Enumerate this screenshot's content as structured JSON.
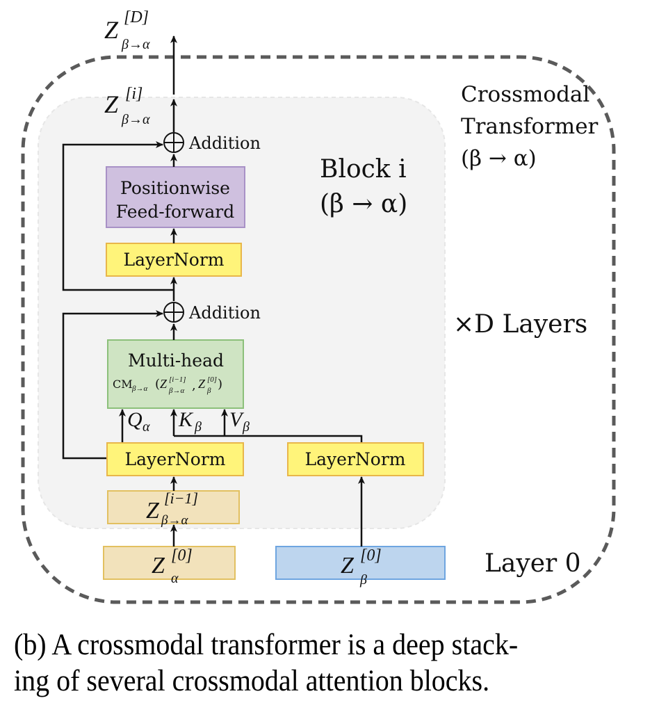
{
  "diagram": {
    "outer_container": {
      "label_lines": [
        "Crossmodal",
        "Transformer",
        "(β → α)"
      ],
      "border_color": "#5a5a5a",
      "style": "dashed-rounded"
    },
    "block": {
      "label_lines": [
        "Block i",
        "(β → α)"
      ],
      "repeat_label": "×D Layers",
      "background": "#f3f3f3"
    },
    "layer0_label": "Layer 0",
    "outputs": {
      "final": {
        "base": "Z",
        "sup": "[D]",
        "sub": "β→α"
      },
      "block": {
        "base": "Z",
        "sup": "[i]",
        "sub": "β→α"
      }
    },
    "nodes": {
      "addition_top": {
        "label": "Addition",
        "icon": "circled-plus-icon"
      },
      "feedforward": {
        "line1": "Positionwise",
        "line2": "Feed-forward",
        "fill": "#cfc0df",
        "stroke": "#a891c6"
      },
      "layernorm_ff": {
        "label": "LayerNorm",
        "fill": "#fff47a",
        "stroke": "#e8b64a"
      },
      "addition_mid": {
        "label": "Addition",
        "icon": "circled-plus-icon"
      },
      "multihead": {
        "line1": "Multi-head",
        "formula_prefix": "CM",
        "formula_sub": "β→α",
        "arg1": {
          "base": "Z",
          "sup": "[i−1]",
          "sub": "β→α"
        },
        "arg2": {
          "base": "Z",
          "sup": "[0]",
          "sub": "β"
        },
        "fill": "#cfe4c3",
        "stroke": "#8cc07a"
      },
      "qkv": [
        {
          "base": "Q",
          "sub": "α"
        },
        {
          "base": "K",
          "sub": "β"
        },
        {
          "base": "V",
          "sub": "β"
        }
      ],
      "layernorm_alpha": {
        "label": "LayerNorm",
        "fill": "#fff47a",
        "stroke": "#e8b64a"
      },
      "layernorm_beta": {
        "label": "LayerNorm",
        "fill": "#fff47a",
        "stroke": "#e8b64a"
      },
      "prev_block": {
        "base": "Z",
        "sup": "[i−1]",
        "sub": "β→α",
        "fill": "#f2e2bb",
        "stroke": "#e2c060"
      },
      "input_alpha": {
        "base": "Z",
        "sup": "[0]",
        "sub": "α",
        "fill": "#f2e2bb",
        "stroke": "#e2c060"
      },
      "input_beta": {
        "base": "Z",
        "sup": "[0]",
        "sub": "β",
        "fill": "#bdd5ee",
        "stroke": "#6ea5e0"
      }
    }
  },
  "caption": {
    "lines": [
      "(b) A crossmodal transformer is a deep stack-",
      "ing of several crossmodal attention blocks."
    ]
  }
}
